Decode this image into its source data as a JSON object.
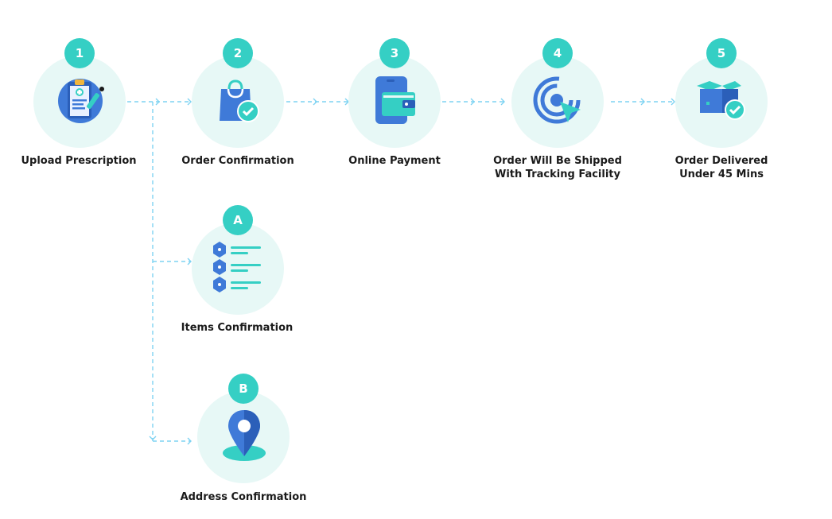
{
  "colors": {
    "accent": "#35cfc4",
    "halo": "#e7f8f6",
    "blue": "#3f7ad8",
    "connector": "#7fd3f2"
  },
  "steps": [
    {
      "badge": "1",
      "label": "Upload Prescription",
      "icon": "clipboard-prescription-icon"
    },
    {
      "badge": "2",
      "label": "Order Confirmation",
      "icon": "shopping-bag-check-icon"
    },
    {
      "badge": "3",
      "label": "Online Payment",
      "icon": "wallet-phone-icon"
    },
    {
      "badge": "4",
      "label_line1": "Order Will Be Shipped",
      "label_line2": "With Tracking Facility",
      "icon": "target-tracking-icon"
    },
    {
      "badge": "5",
      "label_line1": "Order Delivered",
      "label_line2": "Under 45 Mins",
      "icon": "box-check-icon"
    }
  ],
  "substeps": [
    {
      "badge": "A",
      "label": "Items Confirmation",
      "icon": "checklist-icon"
    },
    {
      "badge": "B",
      "label": "Address Confirmation",
      "icon": "location-pin-icon"
    }
  ]
}
